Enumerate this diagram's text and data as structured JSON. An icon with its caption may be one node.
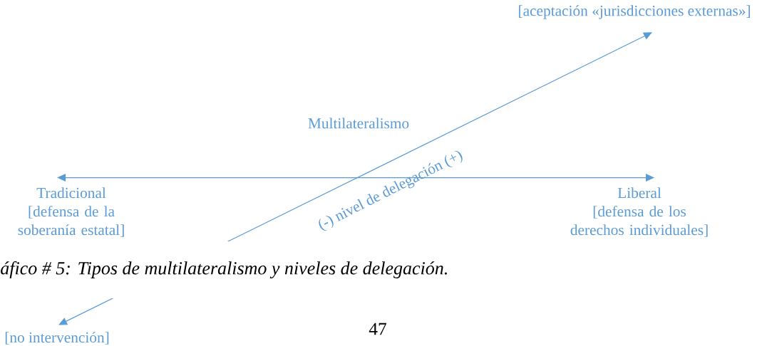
{
  "diagram": {
    "caption": "áfico # 5: Tipos de multilateralismo y niveles de delegación.",
    "nodes": [
      {
        "text": [
          "Tradicional",
          "[defensa de la soberanía estatal]"
        ]
      },
      {
        "text": [
          "Liberal",
          "[defensa de los derechos individuales]"
        ]
      },
      {
        "text": [
          "[aceptación «jurisdicciones externas»]"
        ]
      },
      {
        "text": [
          "[no intervención]"
        ]
      }
    ],
    "edges": [
      {
        "from": 0,
        "to": 1,
        "arrow": "both"
      },
      {
        "from": 3,
        "to": 2,
        "arrow": "both",
        "label": "(-) nivel de delegación (+)"
      }
    ],
    "labels": [
      "Multilateralismo",
      "47"
    ]
  }
}
